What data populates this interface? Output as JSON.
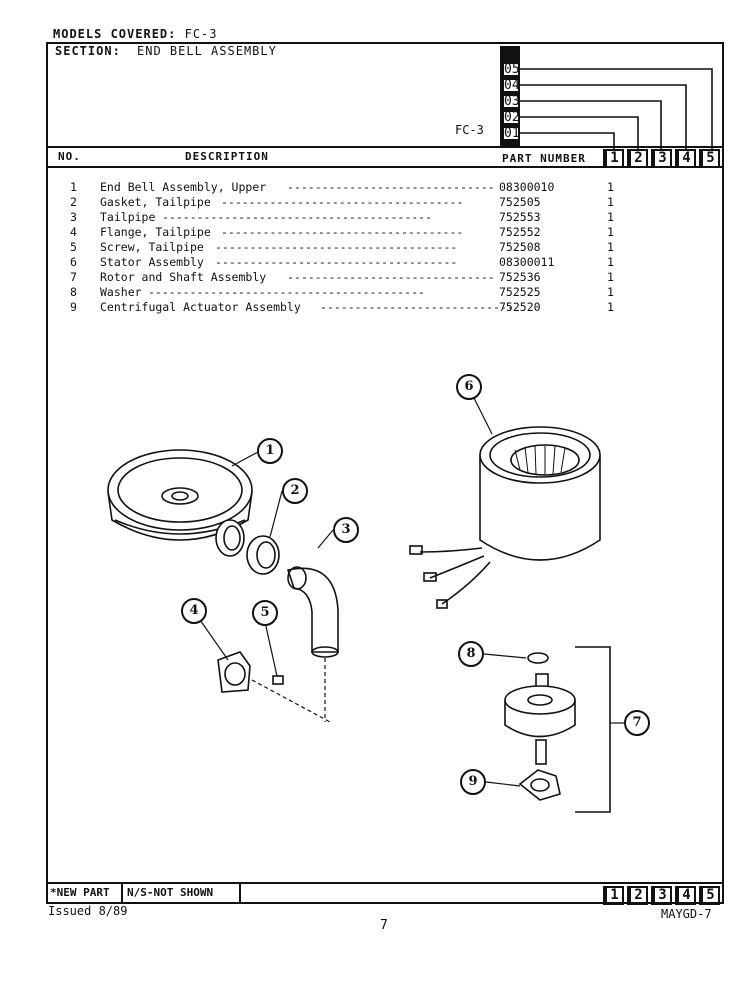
{
  "header": {
    "models_covered_label": "MODELS COVERED:",
    "models_covered_value": "FC-3",
    "section_label": "SECTION:",
    "section_value": "END BELL ASSEMBLY",
    "model_column_label": "FC-3",
    "model_codes": [
      "05",
      "04",
      "03",
      "02",
      "01"
    ]
  },
  "columns": {
    "no": "NO.",
    "description": "DESCRIPTION",
    "part_number": "PART NUMBER",
    "model_numbers": [
      "1",
      "2",
      "3",
      "4",
      "5"
    ]
  },
  "parts": [
    {
      "no": "1",
      "description": "End Bell Assembly, Upper",
      "part_number": "08300010",
      "qty": "1"
    },
    {
      "no": "2",
      "description": "Gasket, Tailpipe",
      "part_number": "752505",
      "qty": "1"
    },
    {
      "no": "3",
      "description": "Tailpipe",
      "part_number": "752553",
      "qty": "1"
    },
    {
      "no": "4",
      "description": "Flange, Tailpipe",
      "part_number": "752552",
      "qty": "1"
    },
    {
      "no": "5",
      "description": "Screw, Tailpipe",
      "part_number": "752508",
      "qty": "1"
    },
    {
      "no": "6",
      "description": "Stator Assembly",
      "part_number": "08300011",
      "qty": "1"
    },
    {
      "no": "7",
      "description": "Rotor and Shaft Assembly",
      "part_number": "752536",
      "qty": "1"
    },
    {
      "no": "8",
      "description": "Washer",
      "part_number": "752525",
      "qty": "1"
    },
    {
      "no": "9",
      "description": "Centrifugal Actuator Assembly",
      "part_number": "752520",
      "qty": "1"
    }
  ],
  "callouts": [
    "1",
    "2",
    "3",
    "4",
    "5",
    "6",
    "7",
    "8",
    "9"
  ],
  "footer": {
    "new_part": "*NEW PART",
    "not_shown": "N/S-NOT SHOWN",
    "model_numbers": [
      "1",
      "2",
      "3",
      "4",
      "5"
    ],
    "issued": "Issued 8/89",
    "page": "7",
    "doc_code": "MAYGD-7"
  }
}
